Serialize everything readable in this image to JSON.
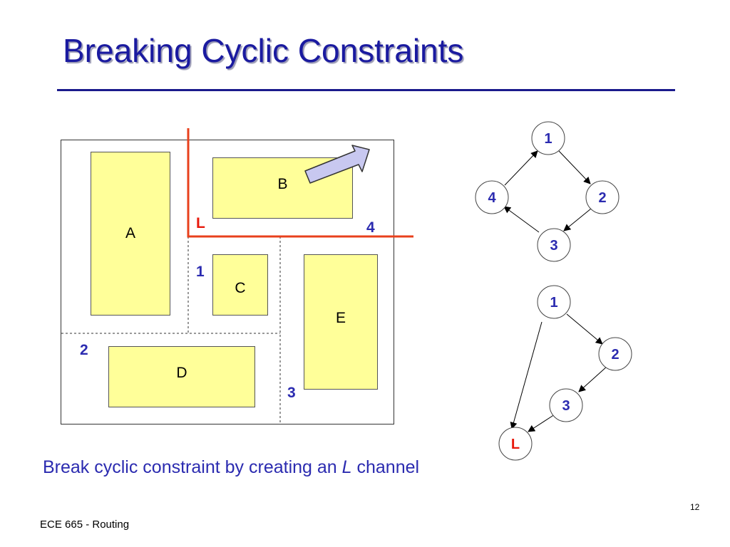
{
  "slide": {
    "title": "Breaking Cyclic Constraints",
    "caption_prefix": "Break cyclic constraint by creating an ",
    "caption_italic": "L",
    "caption_suffix": " channel",
    "footer": "ECE 665 - Routing",
    "page_number": "12"
  },
  "colors": {
    "title": "#1a1aa0",
    "label_blue": "#2b2bb0",
    "label_red": "#e8190c",
    "block_fill": "#ffff99",
    "channel_line": "#e8401c",
    "arrow_fill": "#c8c8f0"
  },
  "layout": {
    "blocks": {
      "a": "A",
      "b": "B",
      "c": "C",
      "d": "D",
      "e": "E"
    },
    "channel_labels": {
      "one": "1",
      "two": "2",
      "three": "3",
      "four": "4",
      "l": "L"
    }
  },
  "graph_cyclic": {
    "nodes": [
      "1",
      "2",
      "3",
      "4"
    ]
  },
  "graph_acyclic": {
    "nodes": [
      "1",
      "2",
      "3",
      "L"
    ]
  }
}
